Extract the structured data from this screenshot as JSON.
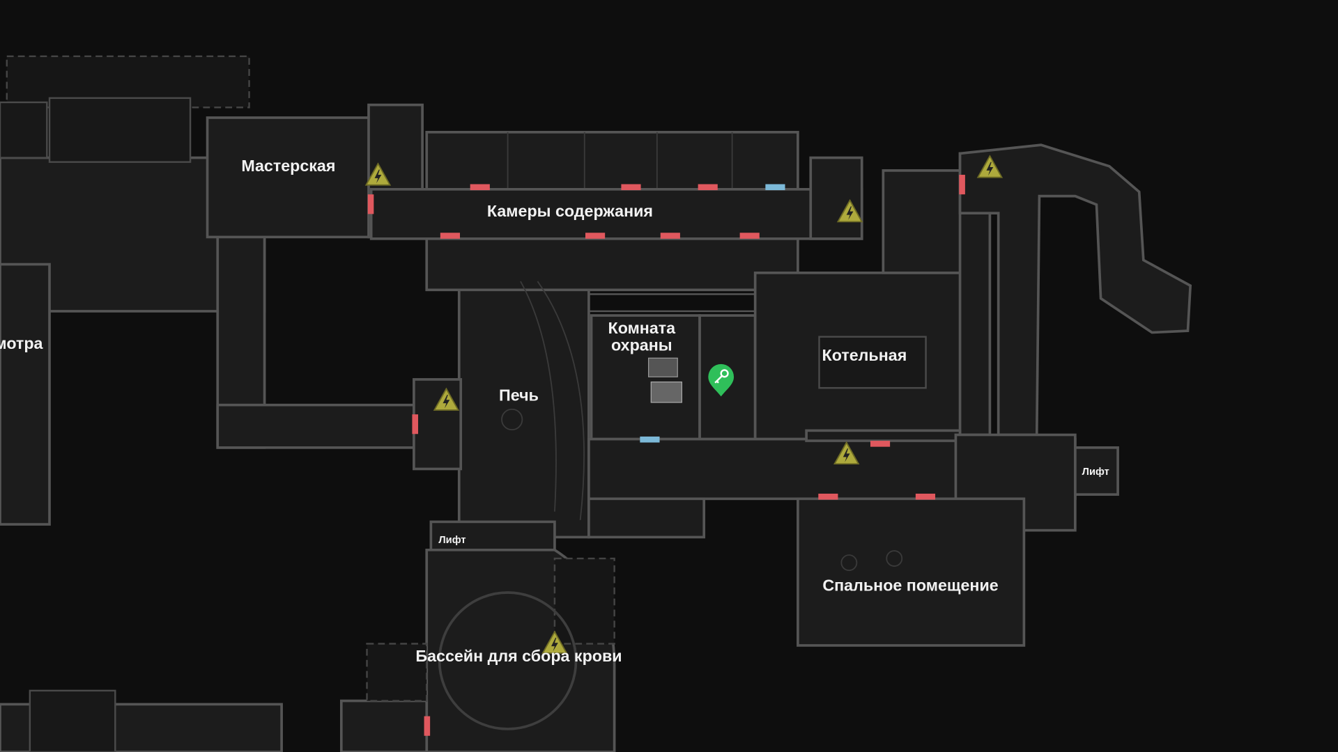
{
  "map": {
    "rooms": {
      "workshop": "Мастерская",
      "cells": "Камеры содержания",
      "guard_room": "Комната охраны",
      "furnace": "Печь",
      "boiler": "Котельная",
      "sleeping": "Спальное помещение",
      "blood_pool": "Бассейн для сбора крови",
      "inspection_partial": "мотра",
      "lift_right": "Лифт",
      "lift_left": "Лифт"
    },
    "guard_room_lines": [
      "Комната",
      "охраны"
    ],
    "marker": {
      "type": "key-icon",
      "color": "#2fbf5a"
    },
    "colors": {
      "locked_door": "#e0585e",
      "open_door": "#7cb9d8",
      "hazard": "#aeaa3c",
      "background": "#0e0e0e"
    }
  }
}
